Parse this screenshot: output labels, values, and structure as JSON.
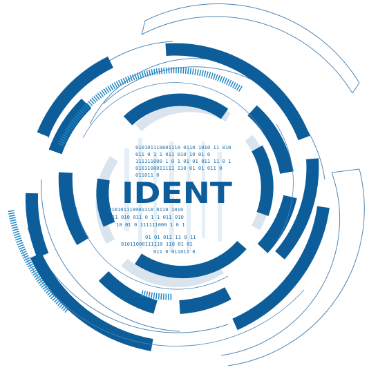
{
  "logo": {
    "title": "IDENT",
    "binary_top": [
      "010101110001110   0110 1010 11 010",
      "011 0 1 1 011 010 10   01 0",
      "111111000 1 0 1   01 01 011 11 0 1",
      "0101100011111  110 01 01   011 0",
      "011011 0"
    ],
    "binary_bottom": [
      "010101110001110   0110 1010",
      "11 010   011 0 1 1 011 010",
      "10   01 0 111111000 1 0 1",
      "01 01 011 11 0 11",
      "01011000111110 110 01 01",
      "011 0  011011 0"
    ]
  },
  "colors": {
    "primary": "#0c5d99",
    "accent": "#1f86c4",
    "pale": "#d9e4ef",
    "line": "#4f86b5"
  }
}
